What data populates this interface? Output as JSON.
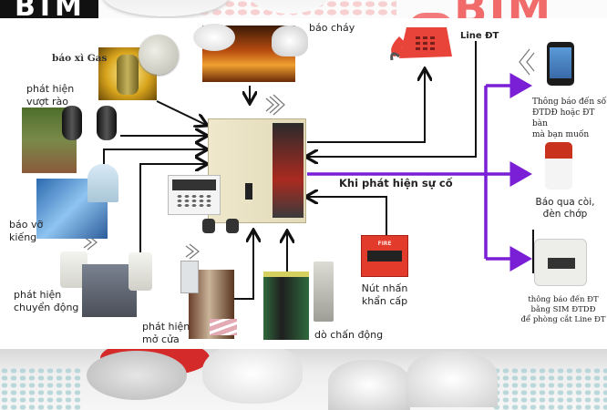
{
  "banner": {
    "logo_left": "BIM",
    "logo_right": "BIM"
  },
  "colors": {
    "signal_line": "#7a1fd6",
    "wire": "#111111",
    "phone_red": "#e8443a",
    "banner_red": "#f26b6b"
  },
  "inputs": {
    "gas": "báo xì Gas",
    "fire": "báo cháy",
    "fence": "phát hiện\nvượt rào",
    "glass": "báo vỡ\nkiếng",
    "motion": "phát hiện\nchuyển động",
    "door": "phát hiện\nmở cửa",
    "vibration": "dò chấn động",
    "panic": "Nút nhấn\nkhẩn cấp"
  },
  "outputs": {
    "line": "Line ĐT",
    "trigger": "Khi phát hiện sự cố",
    "mobile": "Thông báo đến số\nĐTDĐ hoặc ĐT bàn\nmà bạn muốn",
    "siren": "Báo qua còi,\nđèn chớp",
    "gsm": "thông báo đến ĐT\nbằng SIM ĐTDĐ\nđể phòng cắt Line ĐT"
  },
  "devices": {
    "fire_button_label": "FIRE"
  },
  "icons": {
    "gas_detector": "gas-cylinder-icon",
    "smoke_detector": "smoke-detector-icon",
    "telephone": "desk-phone-icon",
    "mobile": "smartphone-icon",
    "siren": "siren-strobe-icon",
    "gsm_module": "gsm-dialer-icon",
    "control_panel": "alarm-control-panel-icon",
    "keypad": "keypad-icon",
    "remote": "remote-keyfob-icon",
    "beam_sensor": "ir-beam-sensor-icon",
    "glass_break": "glass-break-sensor-icon",
    "pir": "pir-motion-sensor-icon",
    "door_contact": "magnetic-door-contact-icon",
    "vibration_sensor": "vibration-sensor-icon",
    "panic_button": "manual-call-point-icon"
  }
}
